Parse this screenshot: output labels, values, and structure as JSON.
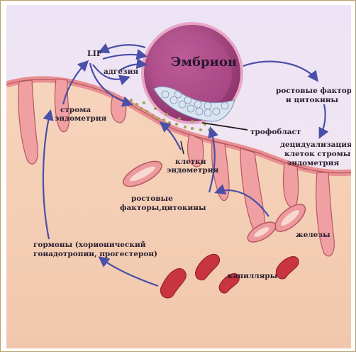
{
  "labels": {
    "embryo": "Эмбрион",
    "lif": "LIF",
    "adhesion": "адгезия",
    "stroma": [
      "строма",
      "эндометрия"
    ],
    "growth_top": [
      "ростовые факторы",
      "и цитокины"
    ],
    "trophoblast": "трофобласт",
    "decidualization": [
      "децидуализация",
      "клеток стромы",
      "эндометрия"
    ],
    "endometrial_cells": [
      "клетки",
      "эндометрия"
    ],
    "growth_mid": [
      "ростовые",
      "факторы,цитокины"
    ],
    "glands": "железы",
    "hormones": [
      "гормоны (хорионический",
      "гонадотропин, прогестерон)"
    ],
    "capillaries": "капилляры"
  },
  "colors": {
    "tissue": "#f3cdb3",
    "background_top": "#e8dcf2",
    "epithelium": "#e98f92",
    "capillary": "#c83440",
    "embryo": "#a2407a",
    "arrow": "#4a4fa8"
  }
}
